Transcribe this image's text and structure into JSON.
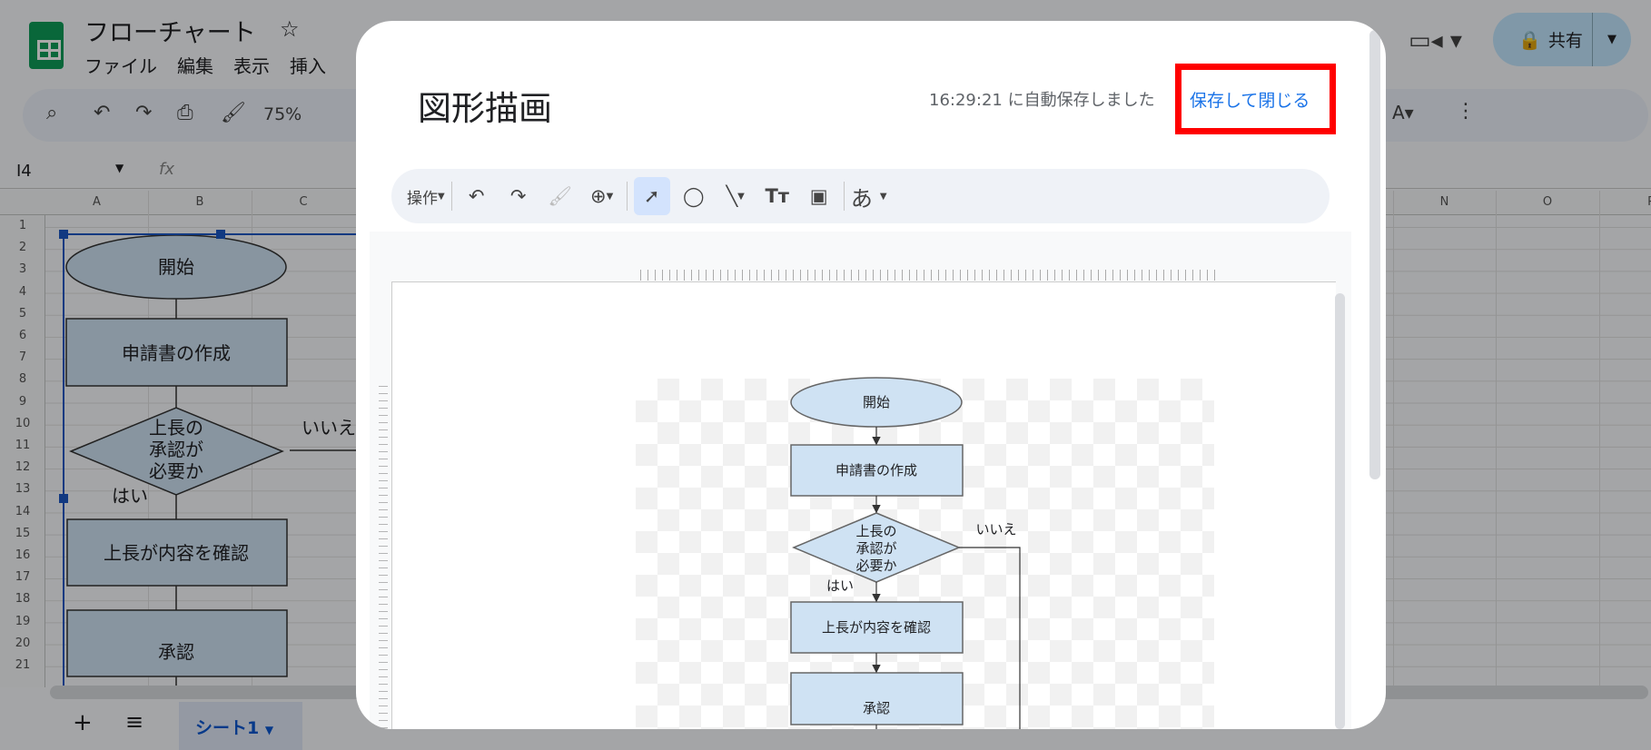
{
  "app": {
    "title": "フローチャート",
    "menu": [
      "ファイル",
      "編集",
      "表示",
      "挿入"
    ],
    "zoom": "75%",
    "cell_ref": "I4",
    "fx": "fx",
    "share": "共有"
  },
  "sheet": {
    "columns": [
      "A",
      "B",
      "C",
      "N",
      "O",
      "P"
    ],
    "rows": [
      "1",
      "2",
      "3",
      "4",
      "5",
      "6",
      "7",
      "8",
      "9",
      "10",
      "11",
      "12",
      "13",
      "14",
      "15",
      "16",
      "17",
      "18",
      "19",
      "20",
      "21"
    ],
    "tab": "シート1",
    "shapes": {
      "start": "開始",
      "create": "申請書の作成",
      "decision": [
        "上長の",
        "承認が",
        "必要か"
      ],
      "yes": "はい",
      "no": "いいえ",
      "review": "上長が内容を確認",
      "approve": "承認"
    }
  },
  "dialog": {
    "title": "図形描画",
    "autosave": "16:29:21 に自動保存しました",
    "save_close": "保存して閉じる",
    "toolbar": {
      "actions": "操作",
      "font": "あ"
    },
    "drawing": {
      "start": "開始",
      "create": "申請書の作成",
      "decision": [
        "上長の",
        "承認が",
        "必要か"
      ],
      "yes": "はい",
      "no": "いいえ",
      "review": "上長が内容を確認",
      "approve": "承認"
    },
    "highlight_color": "#ff0000",
    "link_color": "#1a73e8",
    "shape_fill": "#cfe2f3"
  }
}
